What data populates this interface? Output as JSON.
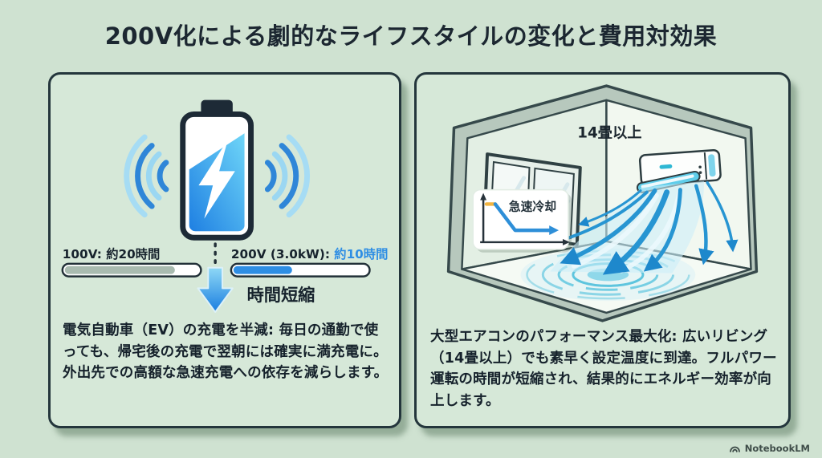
{
  "title": "200V化による劇的なライフスタイルの変化と費用対効果",
  "left_card": {
    "bars": {
      "bar1_label": "100V: 約20時間",
      "bar1_fill_width": "139",
      "bar2_label_prefix": "200V (3.0kW): ",
      "bar2_label_value": "約10時間",
      "bar2_fill_width": "74"
    },
    "arrow_label": "時間短縮",
    "description": "電気自動車（EV）の充電を半減: 毎日の通勤で使っても、帰宅後の充電で翌朝には確実に満充電に。外出先での高額な急速充電への依存を減らします。"
  },
  "right_card": {
    "room_label": "14畳以上",
    "chart": {
      "type": "line",
      "label": "急速冷却"
    },
    "description": "大型エアコンのパフォーマンス最大化: 広いリビング（14畳以上）でも素早く設定温度に到達。フルパワー運転の時間が短縮され、結果的にエネルギー効率が向上します。"
  },
  "footer": {
    "brand": "NotebookLM"
  },
  "colors": {
    "background": "#cfe2d1",
    "card_background": "#d6e8d8",
    "card_border": "#24363c",
    "title_text": "#1c2731",
    "accent_blue": "#2e8ee4",
    "bar_gray": "#a9bbb0",
    "air_cyan": "#7fd0f0",
    "curve_orange": "#f2b440"
  }
}
